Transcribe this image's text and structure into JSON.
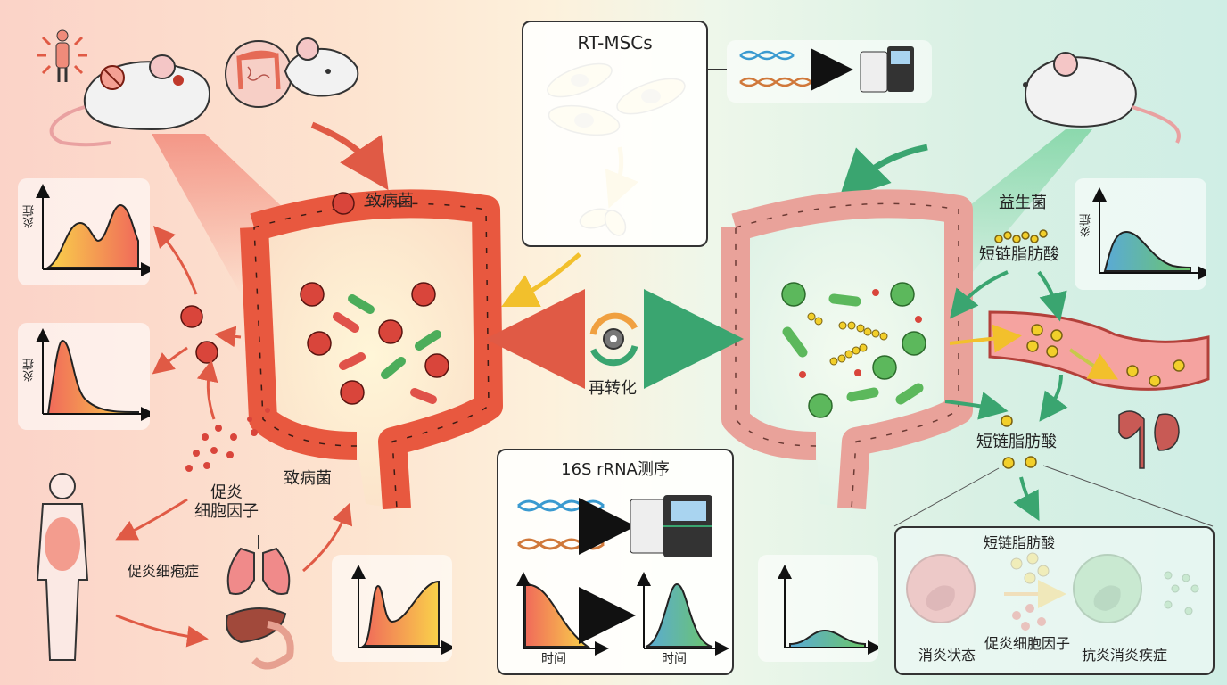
{
  "left_panel": {
    "pathogen_top_label": "致病菌",
    "pathogen_bottom_label": "致病菌",
    "cytokine_label_line1": "促炎",
    "cytokine_label_line2": "细胞因子",
    "systemic_label": "促炎细疱症",
    "chart_top_ylabel": "炎症",
    "chart_mid_ylabel": "炎症"
  },
  "center_panel": {
    "rtmsc_title": "RT-MSCs",
    "retransform_label": "再转化",
    "sequencing_title": "16S rRNA测序",
    "seq_chart_left_xlabel": "时间",
    "seq_chart_right_xlabel": "时间"
  },
  "right_panel": {
    "probiotic_label": "益生菌",
    "scfa_label_top": "短链脂肪酸",
    "scfa_label_mid": "短链脂肪酸",
    "chart_ylabel": "炎症",
    "inset": {
      "scfa_label": "短链脂肪酸",
      "cytokine_label": "促炎细胞因子",
      "left_state": "消炎状态",
      "right_state": "抗炎消炎疾症"
    }
  },
  "colors": {
    "inflamed_red": "#e8583f",
    "healthy_pink": "#e9a29a",
    "probiotic_green": "#5cb85c",
    "scfa_yellow": "#f2cf2a",
    "arrow_red": "#e05a45",
    "arrow_green": "#3aa570",
    "arrow_yellow": "#f2c02c"
  }
}
